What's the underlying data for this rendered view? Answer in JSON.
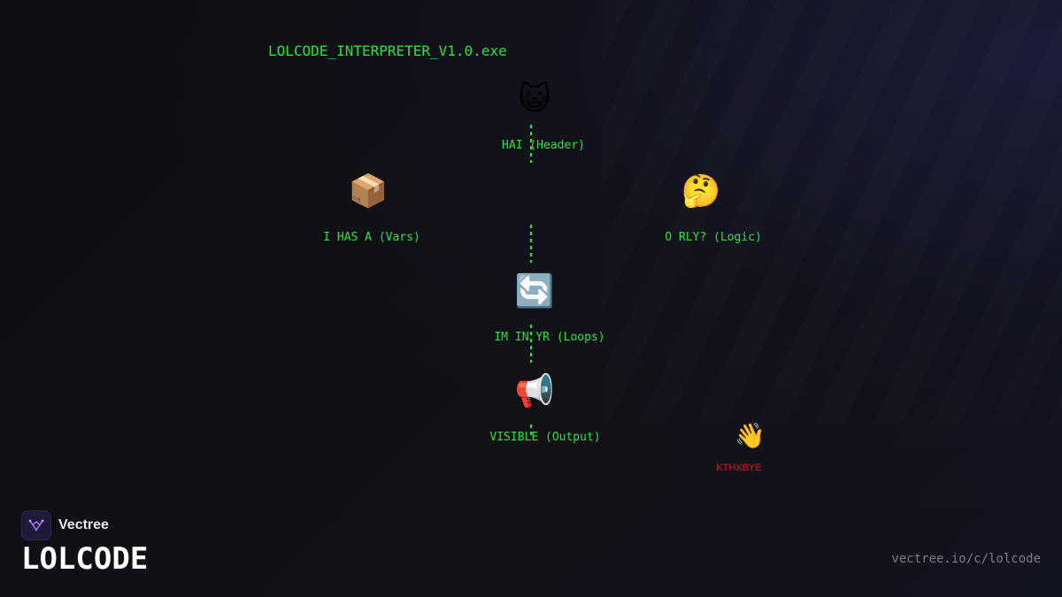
{
  "window_title": "LOLCODE_INTERPRETER_V1.0.exe",
  "nodes": [
    {
      "icon": "😺",
      "icon_name": "smiling-cat-icon",
      "label": "HAI (Header)"
    },
    {
      "icon": "📦",
      "icon_name": "package-icon",
      "label": "I HAS A (Vars)"
    },
    {
      "icon": "🤔",
      "icon_name": "thinking-face-icon",
      "label": "O RLY? (Logic)"
    },
    {
      "icon": "🔄",
      "icon_name": "loop-arrows-icon",
      "label": "IM IN YR (Loops)"
    },
    {
      "icon": "📢",
      "icon_name": "megaphone-icon",
      "label": "VISIBLE (Output)"
    }
  ],
  "end_node": {
    "icon": "👋",
    "icon_name": "waving-hand-icon",
    "label": "KTHXBYE"
  },
  "brand": {
    "name": "Vectree",
    "headline": "LOLCODE",
    "url": "vectree.io/c/lolcode"
  },
  "colors": {
    "accent": "#29e33a",
    "end": "#e01818",
    "background": "#0f0f13"
  }
}
